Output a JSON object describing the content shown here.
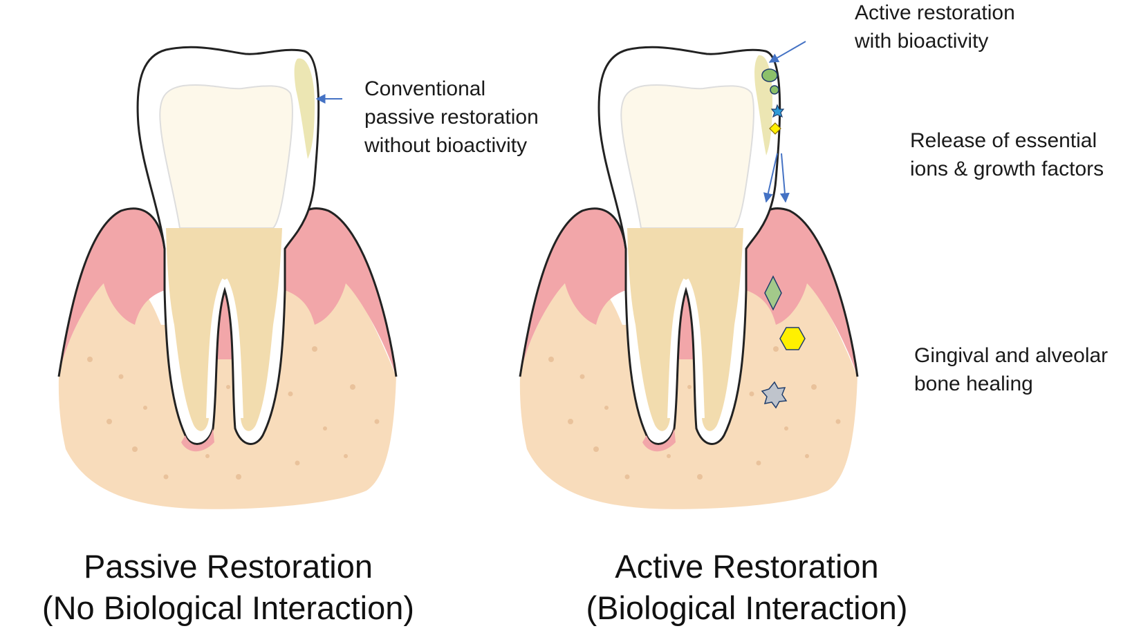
{
  "colors": {
    "gum": "#f2a6a9",
    "bone": "#f8dcbb",
    "bone_dots": "#e9c29b",
    "enamel": "#ffffff",
    "dentin_crown": "#fdf8ea",
    "dentin_root": "#f2dcae",
    "restoration": "#ece6b3",
    "outline": "#222222",
    "arrow": "#4472c4",
    "particle_green": "#8cc06a",
    "particle_blue": "#2f9bd6",
    "particle_yellow": "#fff000",
    "particle_grey": "#bfc4cc",
    "diamond_green": "#a3c98a"
  },
  "panels": {
    "passive": {
      "annotation": [
        "Conventional",
        "passive restoration",
        "without bioactivity"
      ],
      "caption": [
        "Passive Restoration",
        "(No Biological Interaction)"
      ]
    },
    "active": {
      "annotation_restoration": [
        "Active restoration",
        "with bioactivity"
      ],
      "annotation_release": [
        "Release of essential",
        "ions & growth factors"
      ],
      "annotation_healing": [
        "Gingival and alveolar",
        "bone healing"
      ],
      "caption": [
        "Active Restoration",
        "(Biological Interaction)"
      ]
    }
  },
  "icons": {
    "ions": [
      "ellipse",
      "circle",
      "star",
      "diamond"
    ],
    "healing": [
      "diamond",
      "hexagon",
      "star"
    ]
  }
}
